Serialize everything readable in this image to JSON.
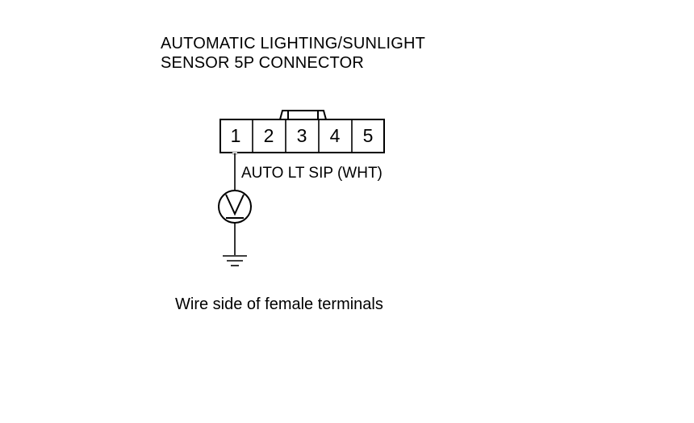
{
  "title": {
    "line1": "AUTOMATIC LIGHTING/SUNLIGHT",
    "line2": "SENSOR 5P CONNECTOR"
  },
  "connector": {
    "pins": [
      "1",
      "2",
      "3",
      "4",
      "5"
    ],
    "highlighted_pin": "1"
  },
  "wire": {
    "label": "AUTO LT SIP (WHT)"
  },
  "meter": {
    "symbol": "V"
  },
  "caption": "Wire side of female terminals",
  "colors": {
    "line": "#000000",
    "pin_highlight": "#cccccc"
  }
}
